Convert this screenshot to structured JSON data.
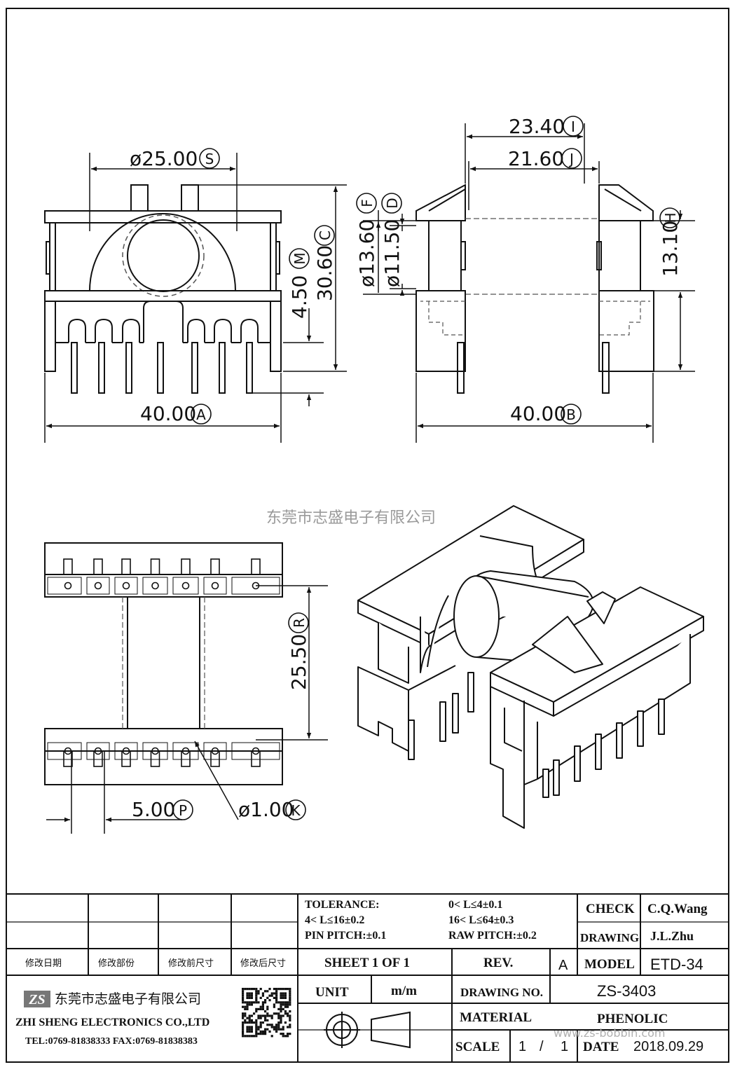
{
  "watermark": "东莞市志盛电子有限公司",
  "dimensions": {
    "S": {
      "value": "ø25.00",
      "tag": "S"
    },
    "A": {
      "value": "40.00",
      "tag": "A"
    },
    "M": {
      "value": "4.50",
      "tag": "M"
    },
    "C": {
      "value": "30.60",
      "tag": "C"
    },
    "I": {
      "value": "23.40",
      "tag": "I"
    },
    "J": {
      "value": "21.60",
      "tag": "J"
    },
    "F": {
      "value": "ø13.60",
      "tag": "F"
    },
    "D": {
      "value": "ø11.50",
      "tag": "D"
    },
    "H": {
      "value": "13.10",
      "tag": "H"
    },
    "B": {
      "value": "40.00",
      "tag": "B"
    },
    "R": {
      "value": "25.50",
      "tag": "R"
    },
    "P": {
      "value": "5.00",
      "tag": "P"
    },
    "K": {
      "value": "ø1.00",
      "tag": "K"
    }
  },
  "title_block": {
    "tolerance_label": "TOLERANCE:",
    "tol1": "0< L≤4±0.1",
    "tol2": "4< L≤16±0.2",
    "tol3": "16< L≤64±0.3",
    "pin_pitch": "PIN PITCH:±0.1",
    "raw_pitch": "RAW PITCH:±0.2",
    "check_label": "CHECK",
    "check_value": "C.Q.Wang",
    "drawing_label": "DRAWING",
    "drawing_value": "J.L.Zhu",
    "rev_headers": [
      "修改日期",
      "修改部份",
      "修改前尺寸",
      "修改后尺寸"
    ],
    "sheet": "SHEET 1 OF 1",
    "rev_label": "REV.",
    "rev_value": "A",
    "model_label": "MODEL",
    "model_value": "ETD-34",
    "unit_label": "UNIT",
    "unit_value": "m/m",
    "drawing_no_label": "DRAWING NO.",
    "drawing_no_value": "ZS-3403",
    "material_label": "MATERIAL",
    "material_value": "PHENOLIC",
    "scale_label": "SCALE",
    "scale_a": "1",
    "scale_sep": "/",
    "scale_b": "1",
    "date_label": "DATE",
    "date_value": "2018.09.29",
    "company_logo": "ZS",
    "company_cn": "东莞市志盛电子有限公司",
    "company_en": "ZHI SHENG ELECTRONICS CO.,LTD",
    "company_tel": "TEL:0769-81838333 FAX:0769-81838383",
    "website": "www.zs-bobbin.com"
  },
  "colors": {
    "line": "#111111",
    "hidden_line": "#555555",
    "watermark": "#9a9a9a",
    "background": "#ffffff"
  }
}
